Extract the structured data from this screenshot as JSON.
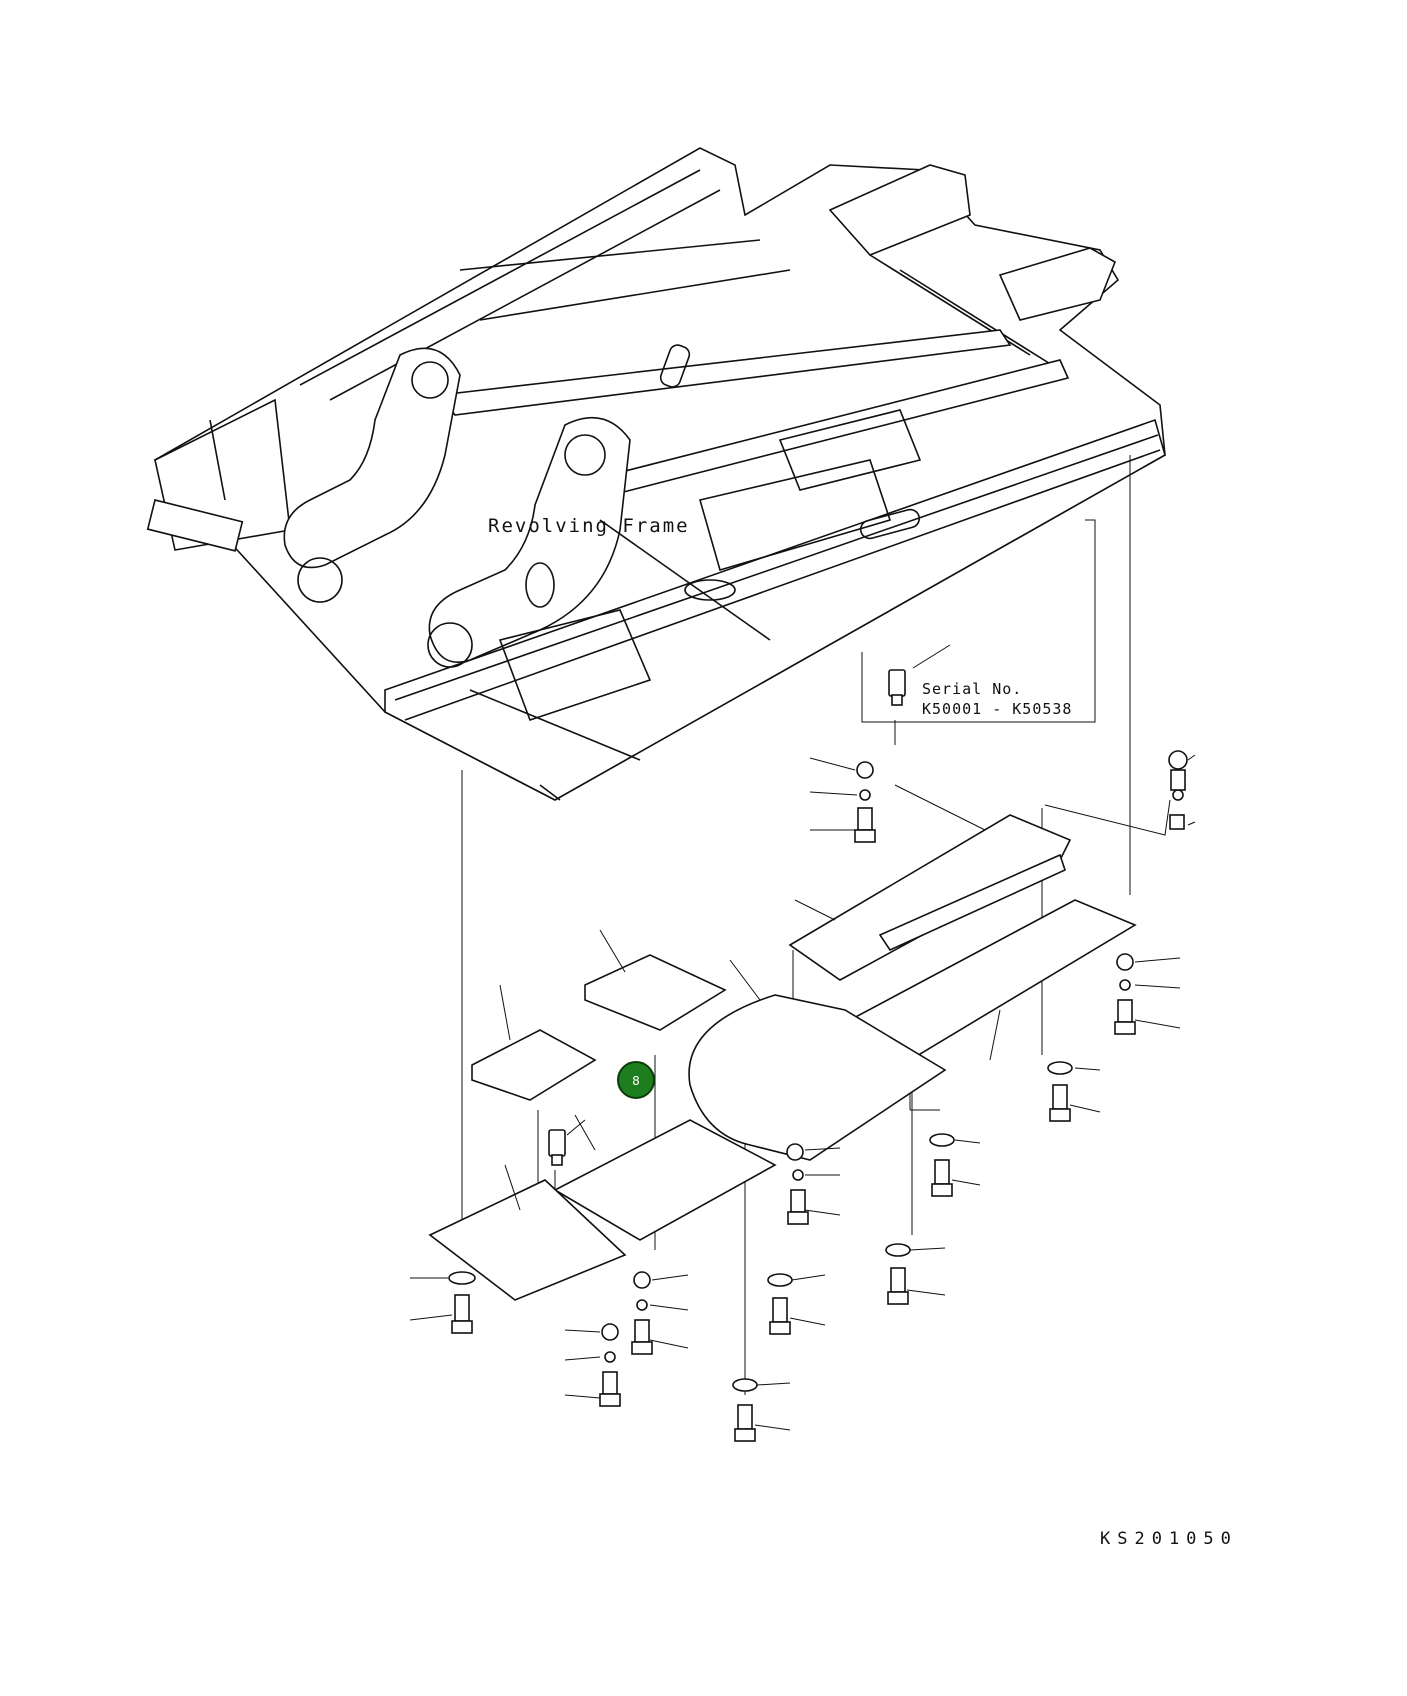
{
  "labels": {
    "frame": "Revolving Frame",
    "serial_title": "Serial No.",
    "serial_range": "K50001 - K50538",
    "drawing_code": "KS201050"
  },
  "callouts": [
    {
      "number": "8",
      "color": "#1e7d1e"
    }
  ]
}
